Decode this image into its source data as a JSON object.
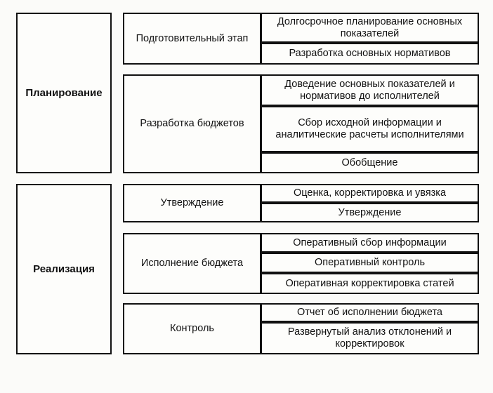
{
  "phases": [
    {
      "label": "Планирование",
      "stages": [
        {
          "label": "Подготовительный этап",
          "items": [
            "Долгосрочное планирование основных показателей",
            "Разработка основных нормативов"
          ]
        },
        {
          "label": "Разработка бюджетов",
          "items": [
            "Доведение основных показателей и нормативов до исполнителей",
            "Сбор исходной информации и аналитические расчеты исполнителями",
            "Обобщение"
          ]
        }
      ]
    },
    {
      "label": "Реализация",
      "stages": [
        {
          "label": "Утверждение",
          "items": [
            "Оценка, корректировка и увязка",
            "Утверждение"
          ]
        },
        {
          "label": "Исполнение бюджета",
          "items": [
            "Оперативный сбор информации",
            "Оперативный контроль",
            "Оперативная корректировка статей"
          ]
        },
        {
          "label": "Контроль",
          "items": [
            "Отчет об исполнении бюджета",
            "Развернутый анализ отклонений и корректировок"
          ]
        }
      ]
    }
  ]
}
